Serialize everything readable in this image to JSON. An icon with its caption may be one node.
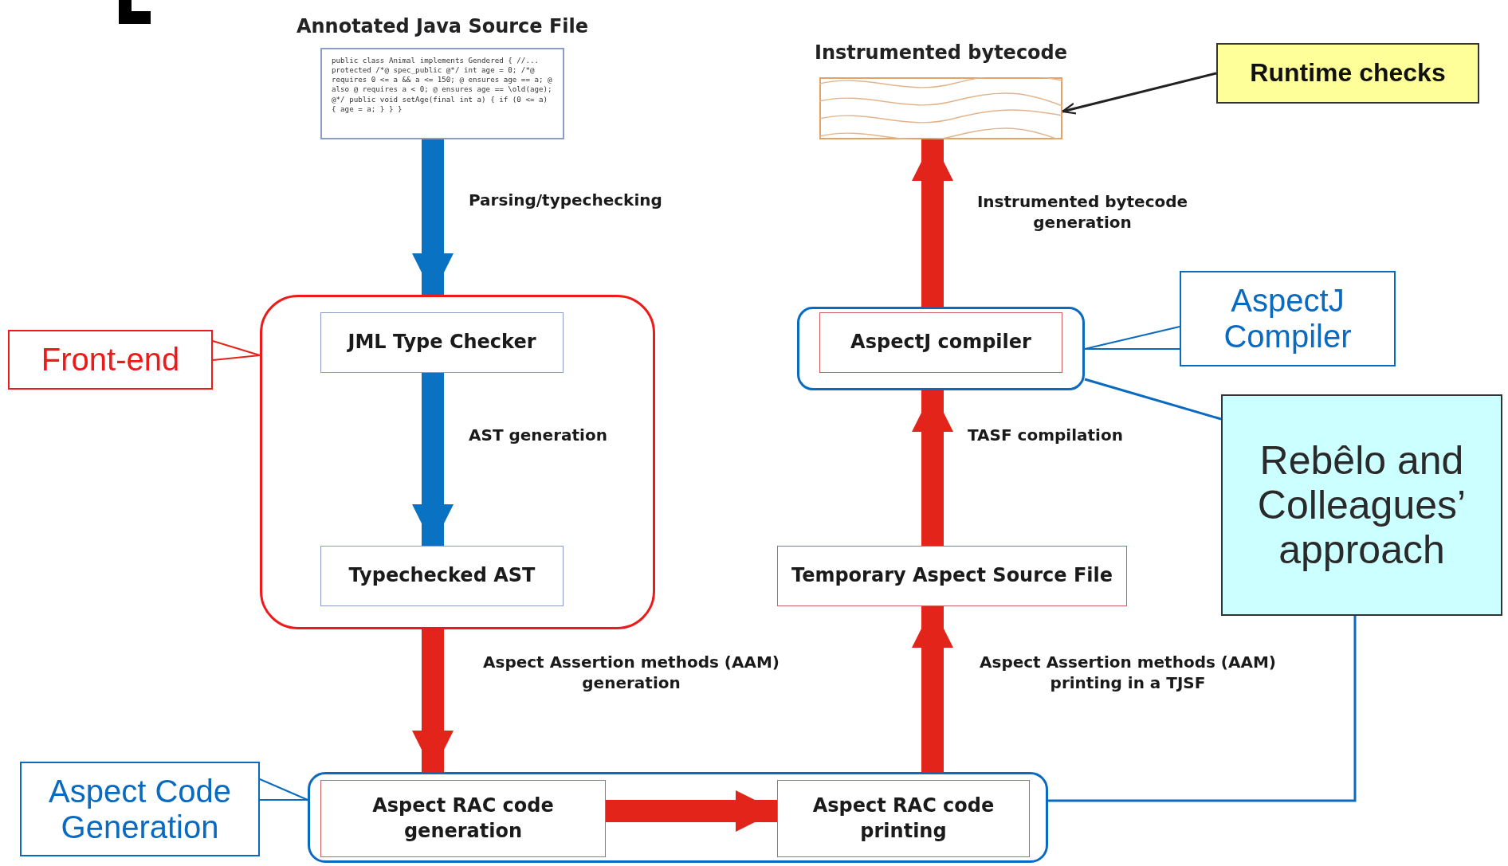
{
  "diagram": {
    "nodes": [
      {
        "text": [
          "Annotated Java Source File",
          "public class Animal implements Gendered { //... protected /*@ spec_public @*/ int age = 0; /*@ requires 0 <= a && a <= 150; @ ensures age == a; @ also @ requires a < 0; @ ensures age == \\old(age); @*/ public void setAge(final int a) { if (0 <= a) { age = a; } } }"
        ]
      },
      {
        "text": [
          "Instrumented bytecode"
        ]
      },
      {
        "text": [
          "Runtime checks"
        ]
      },
      {
        "text": [],
        "shape": "box"
      },
      {
        "text": [
          "JML Type Checker"
        ],
        "in": 3
      },
      {
        "text": [
          "Typechecked AST"
        ],
        "in": 3
      },
      {
        "text": [
          "Front-end"
        ]
      },
      {
        "text": [],
        "shape": "box"
      },
      {
        "text": [
          "Aspect RAC code generation"
        ],
        "in": 7
      },
      {
        "text": [
          "Aspect RAC code printing"
        ],
        "in": 7
      },
      {
        "text": [
          "Aspect Code Generation"
        ]
      },
      {
        "text": [
          "Temporary Aspect Source File"
        ]
      },
      {
        "text": [],
        "shape": "box"
      },
      {
        "text": [
          "AspectJ compiler"
        ],
        "in": 12
      },
      {
        "text": [
          "AspectJ Compiler"
        ]
      },
      {
        "text": [
          "Rebêlo and Colleagues’ approach"
        ]
      }
    ],
    "edges": [
      {
        "from": 0,
        "to": 3,
        "arrow": "to",
        "label": "Parsing/typechecking",
        "color": "#0a72c2"
      },
      {
        "from": 4,
        "to": 5,
        "arrow": "to",
        "label": "AST generation",
        "color": "#0a72c2"
      },
      {
        "from": 3,
        "to": 7,
        "arrow": "to",
        "label": "Aspect Assertion methods (AAM) generation"
      },
      {
        "from": 8,
        "to": 9,
        "arrow": "to"
      },
      {
        "from": 7,
        "to": 11,
        "arrow": "to",
        "label": "Aspect Assertion methods (AAM) printing in a TJSF"
      },
      {
        "from": 11,
        "to": 12,
        "arrow": "to",
        "label": "TASF compilation"
      },
      {
        "from": 12,
        "to": 1,
        "arrow": "to",
        "label": "Instrumented bytecode generation"
      },
      {
        "from": 2,
        "to": 1,
        "arrow": "to",
        "color": "#222222"
      },
      {
        "from": 6,
        "to": 3,
        "arrow": "none"
      },
      {
        "from": 10,
        "to": 7,
        "arrow": "none",
        "color": "#0a6ac0"
      },
      {
        "from": 14,
        "to": 12,
        "arrow": "none",
        "color": "#0a6ac0"
      },
      {
        "from": 15,
        "to": 12,
        "arrow": "none",
        "color": "#0a6ac0"
      },
      {
        "from": 15,
        "to": 7,
        "arrow": "none",
        "color": "#0a6ac0"
      }
    ]
  }
}
